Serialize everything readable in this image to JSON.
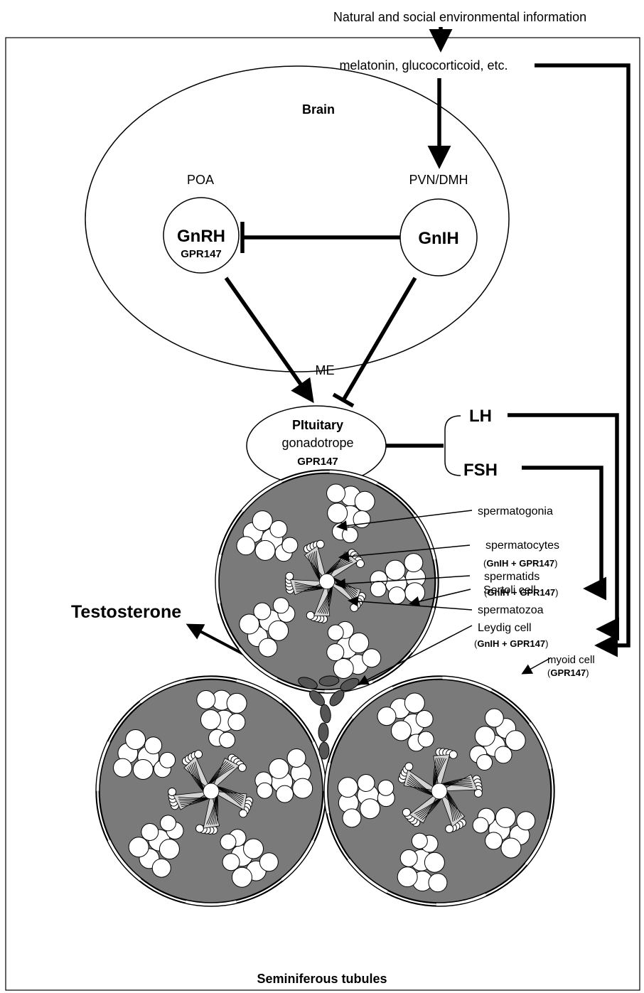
{
  "env_info": "Natural and social environmental information",
  "hormones_input": "melatonin, glucocorticoid, etc.",
  "brain": {
    "title": "Brain",
    "poa": "POA",
    "pvn_dmh": "PVN/DMH",
    "gnrh": "GnRH",
    "gnrh_receptor": "GPR147",
    "gnih": "GnIH",
    "me": "ME"
  },
  "pituitary": {
    "title": "PItuitary",
    "cell": "gonadotrope",
    "receptor": "GPR147"
  },
  "gonadotropins": {
    "lh": "LH",
    "fsh": "FSH"
  },
  "testosterone": "Testosterone",
  "tubules_title": "Seminiferous tubules",
  "cell_labels": {
    "spermatogonia": "spermatogonia",
    "spermatocytes": "spermatocytes",
    "spermatids": "spermatids",
    "spermatozoa": "spermatozoa",
    "sertoli": "Sertoli cell",
    "leydig": "Leydig cell",
    "myoid": "myoid cell",
    "gnih_gpr147": "GnIH + GPR147",
    "gpr147": "GPR147",
    "open_paren": "(",
    "close_paren": ")"
  },
  "colors": {
    "tubule_fill": "#7a7a7a",
    "lumen_fill": "#d3d3d3",
    "leydig_fill": "#555555",
    "line": "#000000"
  }
}
